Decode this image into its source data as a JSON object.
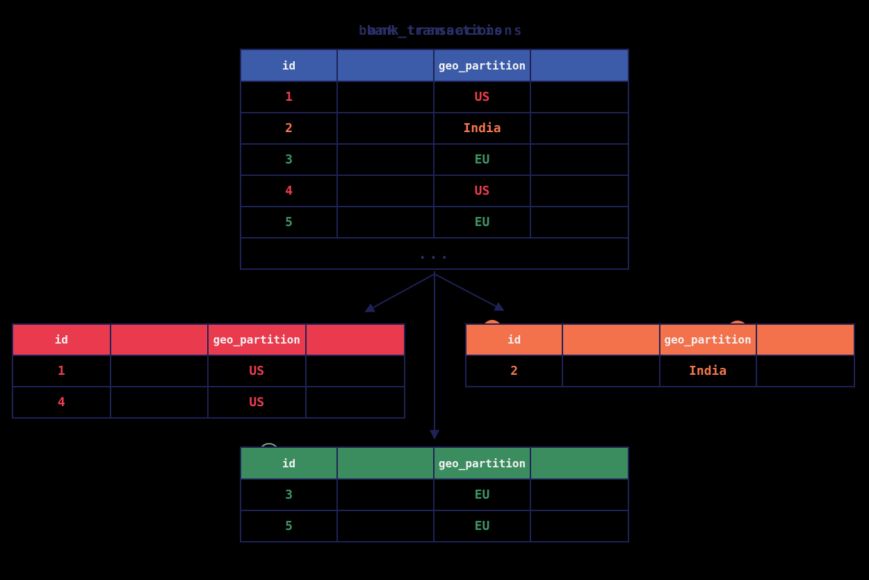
{
  "title": "bank_transactions",
  "colors": {
    "background": "#000000",
    "grid_lines": "#1f2257",
    "header_blue": "#3c5ca9",
    "header_red": "#ea3a4e",
    "header_orange": "#f3714b",
    "header_green": "#3b8d5f",
    "text_red": "#ee3d4f",
    "text_orange": "#f2774e",
    "text_green": "#3f9767",
    "header_text": "#f2f2f2"
  },
  "main_table": {
    "columns": {
      "col1": "id",
      "col2": "",
      "col3": "geo_partition",
      "col4": ""
    },
    "rows": [
      {
        "id": "1",
        "geo_partition": "US"
      },
      {
        "id": "2",
        "geo_partition": "India"
      },
      {
        "id": "3",
        "geo_partition": "EU"
      },
      {
        "id": "4",
        "geo_partition": "US"
      },
      {
        "id": "5",
        "geo_partition": "EU"
      }
    ],
    "ellipsis": "..."
  },
  "partitions": {
    "us": {
      "columns": {
        "col1": "id",
        "col3": "geo_partition"
      },
      "rows": [
        {
          "id": "1",
          "geo_partition": "US"
        },
        {
          "id": "4",
          "geo_partition": "US"
        }
      ]
    },
    "india": {
      "columns": {
        "col1": "id",
        "col3": "geo_partition"
      },
      "rows": [
        {
          "id": "2",
          "geo_partition": "India"
        }
      ]
    },
    "eu": {
      "columns": {
        "col1": "id",
        "col3": "geo_partition"
      },
      "rows": [
        {
          "id": "3",
          "geo_partition": "EU"
        },
        {
          "id": "5",
          "geo_partition": "EU"
        }
      ]
    }
  }
}
